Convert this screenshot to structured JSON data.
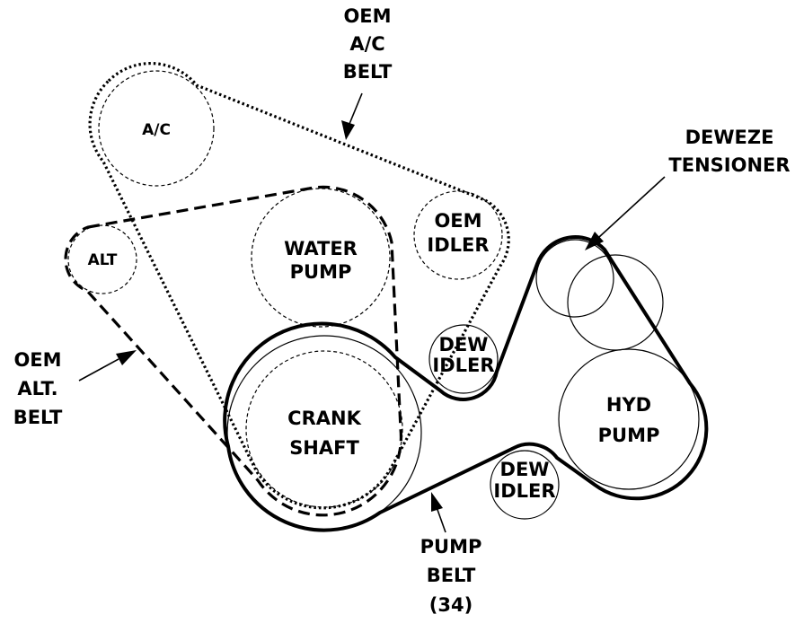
{
  "pulleys": {
    "ac": {
      "label": "A/C"
    },
    "alt": {
      "label": "ALT"
    },
    "water_pump": {
      "line1": "WATER",
      "line2": "PUMP"
    },
    "oem_idler": {
      "line1": "OEM",
      "line2": "IDLER"
    },
    "dew_idler_upper": {
      "line1": "DEW",
      "line2": "IDLER"
    },
    "dew_idler_lower": {
      "line1": "DEW",
      "line2": "IDLER"
    },
    "crank_shaft": {
      "line1": "CRANK",
      "line2": "SHAFT"
    },
    "hyd_pump": {
      "line1": "HYD",
      "line2": "PUMP"
    }
  },
  "callouts": {
    "oem_ac_belt": {
      "line1": "OEM",
      "line2": "A/C",
      "line3": "BELT"
    },
    "deweze_tensioner": {
      "line1": "DEWEZE",
      "line2": "TENSIONER"
    },
    "oem_alt_belt": {
      "line1": "OEM",
      "line2": "ALT.",
      "line3": "BELT"
    },
    "pump_belt": {
      "line1": "PUMP",
      "line2": "BELT",
      "line3": "(34)"
    }
  }
}
